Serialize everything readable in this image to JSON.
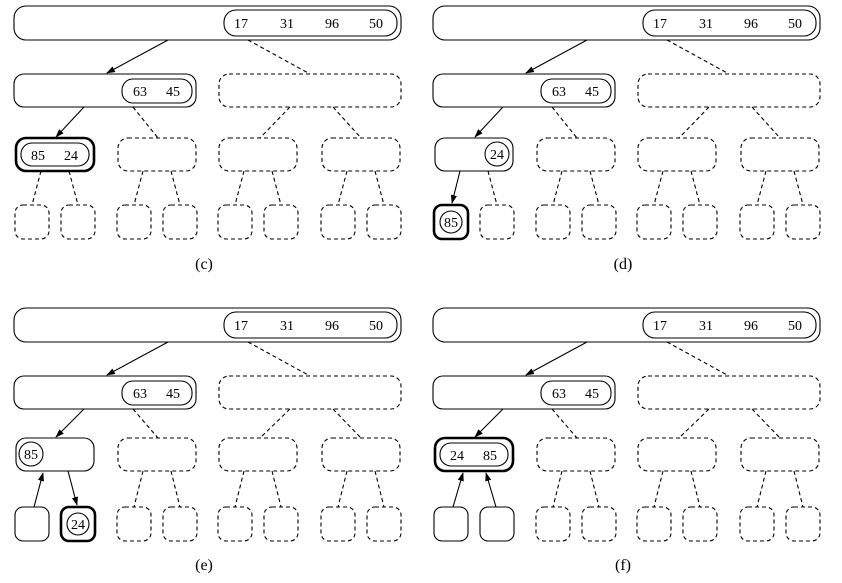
{
  "panels": [
    {
      "label": "(c)",
      "root_keys": [
        "17",
        "31",
        "96",
        "50"
      ],
      "level1_keys": [
        "63",
        "45"
      ],
      "level2_keys": [
        "85",
        "24"
      ],
      "leaf_key": ""
    },
    {
      "label": "(d)",
      "root_keys": [
        "17",
        "31",
        "96",
        "50"
      ],
      "level1_keys": [
        "63",
        "45"
      ],
      "level2_keys": [
        "24"
      ],
      "leaf_key": "85"
    },
    {
      "label": "(e)",
      "root_keys": [
        "17",
        "31",
        "96",
        "50"
      ],
      "level1_keys": [
        "63",
        "45"
      ],
      "level2_keys": [
        "85"
      ],
      "leaf_key": "24"
    },
    {
      "label": "(f)",
      "root_keys": [
        "17",
        "31",
        "96",
        "50"
      ],
      "level1_keys": [
        "63",
        "45"
      ],
      "level2_keys": [
        "24",
        "85"
      ],
      "leaf_key": ""
    }
  ]
}
